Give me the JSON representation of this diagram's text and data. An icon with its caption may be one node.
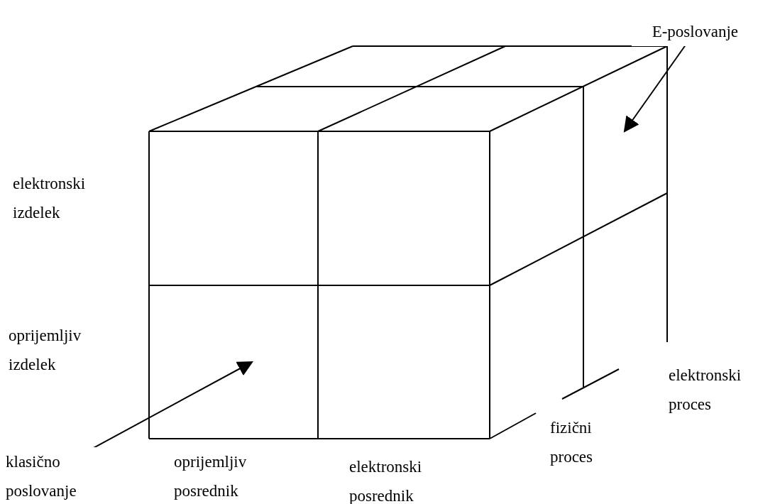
{
  "diagram": {
    "nodes": [
      {
        "text": [
          "E-poslovanje"
        ]
      },
      {
        "text": [
          "klasično poslovanje"
        ]
      }
    ],
    "edges": [
      {
        "from": 0,
        "to": null,
        "arrow": "to"
      },
      {
        "from": 1,
        "to": null,
        "arrow": "to"
      }
    ],
    "labels": [
      "elektronski izdelek",
      "oprijemljiv izdelek",
      "oprijemljiv posrednik",
      "elektronski posrednik",
      "fizični proces",
      "elektronski proces"
    ]
  }
}
